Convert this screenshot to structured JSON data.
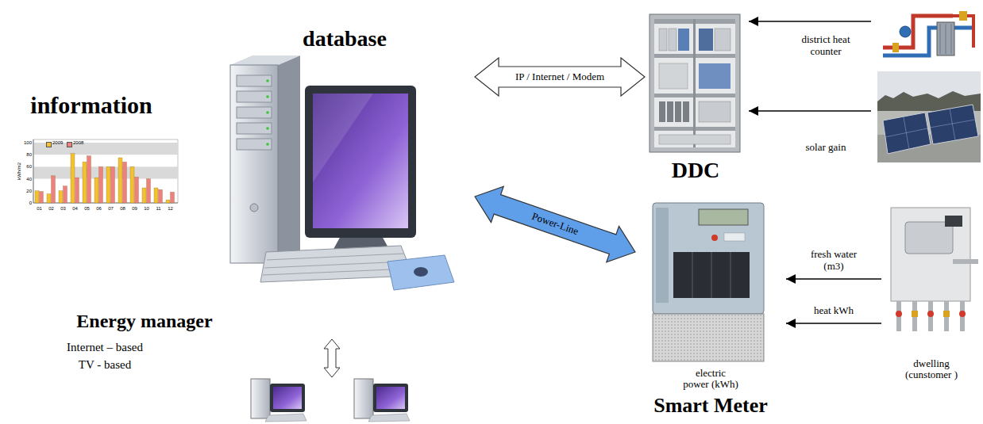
{
  "diagram": {
    "nodes": [
      {
        "text": [
          "information"
        ]
      },
      {
        "text": [
          "database"
        ]
      },
      {
        "text": [
          "DDC"
        ]
      },
      {
        "text": [
          "electric power (kWh)",
          "Smart Meter"
        ]
      },
      {
        "text": [
          "dwelling (cunstomer )"
        ]
      },
      {
        "text": [
          "Energy manager",
          "Internet – based",
          "TV - based"
        ]
      }
    ],
    "edges": [
      {
        "from": 1,
        "to": 2,
        "arrow": "both",
        "label": "IP / Internet / Modem"
      },
      {
        "from": 1,
        "to": 3,
        "arrow": "both",
        "label": "Power-Line"
      },
      {
        "from": 4,
        "to": 3,
        "arrow": "to",
        "label": "fresh water (m3)"
      },
      {
        "from": 4,
        "to": 3,
        "arrow": "to",
        "label": "heat kWh"
      }
    ],
    "labels": [
      "100",
      "80",
      "60",
      "40",
      "20",
      "0",
      "kWh/m2",
      "01",
      "02",
      "03",
      "04",
      "05",
      "06",
      "07",
      "08",
      "09",
      "10",
      "11",
      "12",
      "district heat counter",
      "solar gain"
    ],
    "legend": [
      {
        "text": "2009",
        "color": "#f2c230"
      },
      {
        "text": "2008",
        "color": "#ee8080"
      }
    ]
  }
}
